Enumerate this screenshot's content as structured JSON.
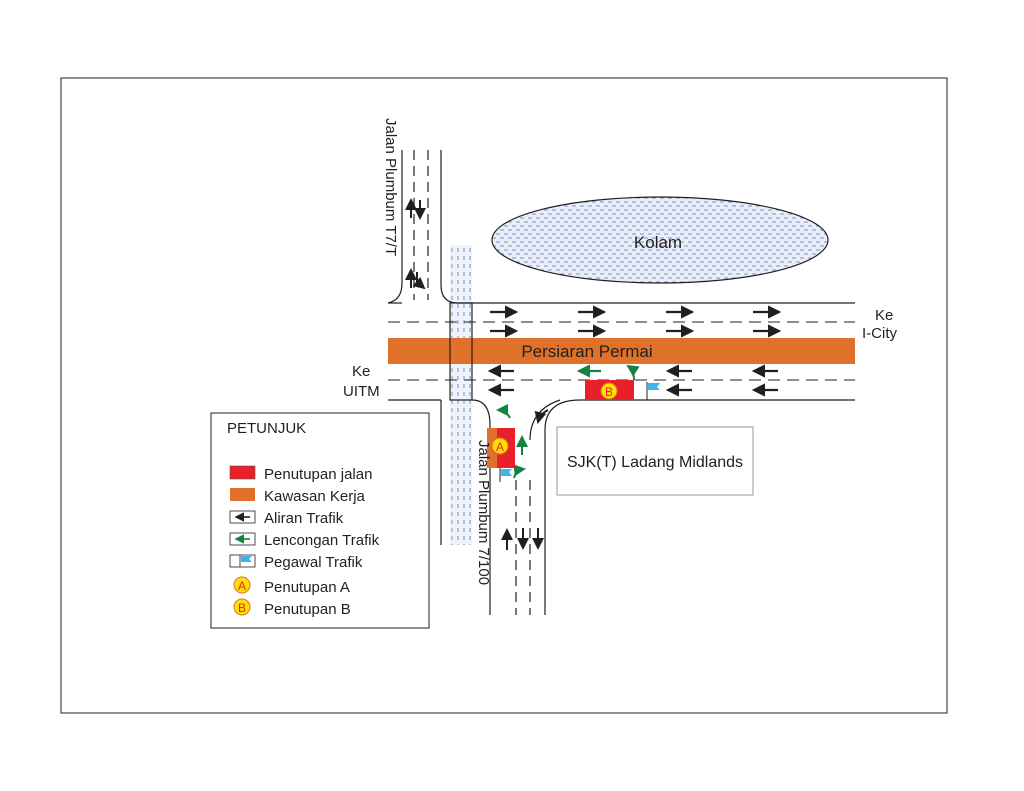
{
  "map": {
    "pond_label": "Kolam",
    "main_road_label": "Persiaran Permai",
    "north_road_label": "Jalan Plumbum T7/T",
    "south_road_label": "Jalan Plumbum 7/100",
    "school_label": "SJK(T) Ladang Midlands",
    "east_dest": {
      "line1": "Ke",
      "line2": "I-City"
    },
    "west_dest": {
      "line1": "Ke",
      "line2": "UITM"
    },
    "closure_a_marker": "A",
    "closure_b_marker": "B"
  },
  "legend": {
    "title": "PETUNJUK",
    "items": [
      {
        "label": "Penutupan jalan"
      },
      {
        "label": "Kawasan Kerja"
      },
      {
        "label": "Aliran Trafik"
      },
      {
        "label": "Lencongan Trafik"
      },
      {
        "label": "Pegawal Trafik"
      },
      {
        "label": "Penutupan A",
        "marker": "A"
      },
      {
        "label": "Penutupan B",
        "marker": "B"
      }
    ]
  },
  "colors": {
    "closure": "#e8202a",
    "work_zone": "#e0712a",
    "traffic": "#231f20",
    "diversion": "#12843f",
    "flag": "#3fb4e8",
    "marker": "#ffe000",
    "water": "#5b7ab8"
  }
}
